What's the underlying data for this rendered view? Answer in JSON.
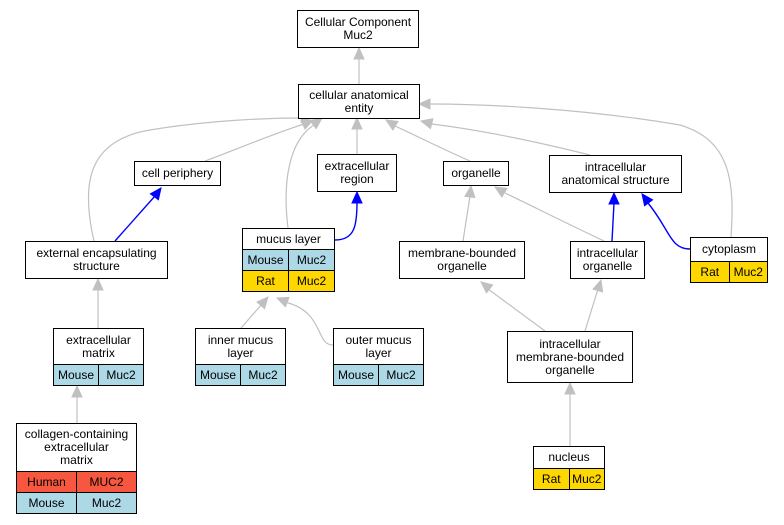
{
  "colors": {
    "edge_gray": "#c0c0c0",
    "edge_blue": "#0000ff",
    "node_border": "#000000",
    "node_fill": "#ffffff",
    "human": "#f7573f",
    "mouse": "#add8e6",
    "rat": "#ffd700"
  },
  "nodes": {
    "cc_root": {
      "label": "Cellular Component\nMuc2"
    },
    "cae": {
      "label": "cellular anatomical\nentity"
    },
    "cell_periph": {
      "label": "cell periphery"
    },
    "ext_region": {
      "label": "extracellular\nregion"
    },
    "organelle": {
      "label": "organelle"
    },
    "intra_anat": {
      "label": "intracellular\nanatomical structure"
    },
    "ext_encap": {
      "label": "external encapsulating\nstructure"
    },
    "mucus_layer": {
      "label": "mucus layer",
      "rows": [
        {
          "species": "Mouse",
          "gene": "Muc2",
          "color": "mouse"
        },
        {
          "species": "Rat",
          "gene": "Muc2",
          "color": "rat"
        }
      ]
    },
    "memb_org": {
      "label": "membrane-bounded\norganelle"
    },
    "intra_org": {
      "label": "intracellular\norganelle"
    },
    "cytoplasm": {
      "label": "cytoplasm",
      "rows": [
        {
          "species": "Rat",
          "gene": "Muc2",
          "color": "rat"
        }
      ]
    },
    "ecm": {
      "label": "extracellular\nmatrix",
      "rows": [
        {
          "species": "Mouse",
          "gene": "Muc2",
          "color": "mouse"
        }
      ]
    },
    "inner_mucus": {
      "label": "inner mucus\nlayer",
      "rows": [
        {
          "species": "Mouse",
          "gene": "Muc2",
          "color": "mouse"
        }
      ]
    },
    "outer_mucus": {
      "label": "outer mucus\nlayer",
      "rows": [
        {
          "species": "Mouse",
          "gene": "Muc2",
          "color": "mouse"
        }
      ]
    },
    "intra_memb": {
      "label": "intracellular\nmembrane-bounded\norganelle"
    },
    "collagen_ecm": {
      "label": "collagen-containing\nextracellular\nmatrix",
      "rows": [
        {
          "species": "Human",
          "gene": "MUC2",
          "color": "human"
        },
        {
          "species": "Mouse",
          "gene": "Muc2",
          "color": "mouse"
        }
      ]
    },
    "nucleus": {
      "label": "nucleus",
      "rows": [
        {
          "species": "Rat",
          "gene": "Muc2",
          "color": "rat"
        }
      ]
    }
  },
  "edges": [
    {
      "from": "cae",
      "to": "cc_root",
      "color": "gray"
    },
    {
      "from": "cell_periph",
      "to": "cae",
      "color": "gray"
    },
    {
      "from": "ext_region",
      "to": "cae",
      "color": "gray"
    },
    {
      "from": "organelle",
      "to": "cae",
      "color": "gray"
    },
    {
      "from": "intra_anat",
      "to": "cae",
      "color": "gray"
    },
    {
      "from": "ext_encap",
      "to": "cae",
      "color": "gray"
    },
    {
      "from": "mucus_layer",
      "to": "cae",
      "color": "gray"
    },
    {
      "from": "cytoplasm",
      "to": "cae",
      "color": "gray"
    },
    {
      "from": "ext_encap",
      "to": "cell_periph",
      "color": "blue"
    },
    {
      "from": "mucus_layer",
      "to": "ext_region",
      "color": "blue"
    },
    {
      "from": "memb_org",
      "to": "organelle",
      "color": "gray"
    },
    {
      "from": "intra_org",
      "to": "organelle",
      "color": "gray"
    },
    {
      "from": "intra_org",
      "to": "intra_anat",
      "color": "blue"
    },
    {
      "from": "cytoplasm",
      "to": "intra_anat",
      "color": "blue"
    },
    {
      "from": "ecm",
      "to": "ext_encap",
      "color": "gray"
    },
    {
      "from": "inner_mucus",
      "to": "mucus_layer",
      "color": "gray"
    },
    {
      "from": "outer_mucus",
      "to": "mucus_layer",
      "color": "gray"
    },
    {
      "from": "intra_memb",
      "to": "memb_org",
      "color": "gray"
    },
    {
      "from": "intra_memb",
      "to": "intra_org",
      "color": "gray"
    },
    {
      "from": "collagen_ecm",
      "to": "ecm",
      "color": "gray"
    },
    {
      "from": "nucleus",
      "to": "intra_memb",
      "color": "gray"
    }
  ]
}
